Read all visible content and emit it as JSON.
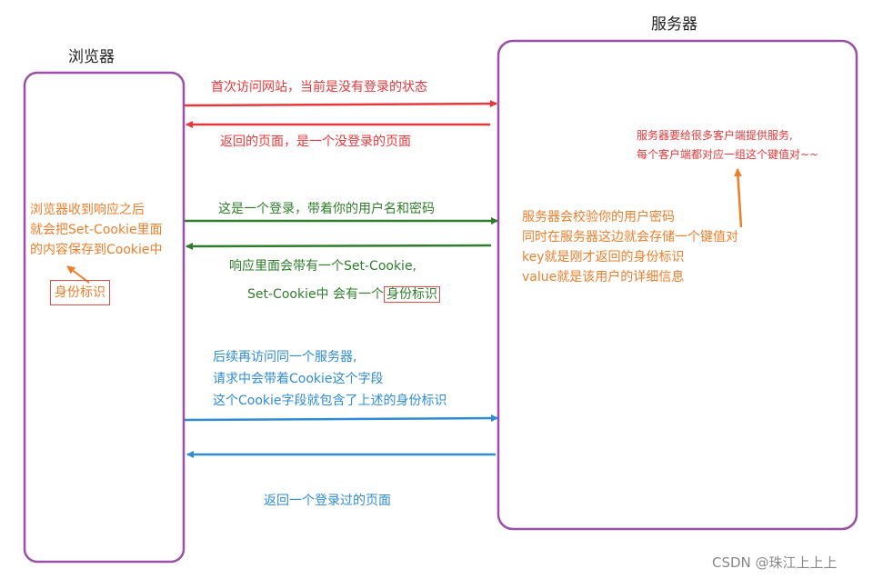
{
  "browser": {
    "title": "浏览器",
    "note_lines": [
      "浏览器收到响应之后",
      "就会把Set-Cookie里面",
      "的内容保存到Cookie中"
    ],
    "token_label": "身份标识"
  },
  "server": {
    "title": "服务器",
    "note_lines": [
      "服务器会校验你的用户密码",
      "同时在服务器这边就会存储一个键值对",
      "key就是刚才返回的身份标识",
      "value就是该用户的详细信息"
    ],
    "annotation_lines": [
      "服务器要给很多客户端提供服务,",
      "每个客户端都对应一组这个键值对~~"
    ]
  },
  "messages": {
    "m1": "首次访问网站，当前是没有登录的状态",
    "m2": "返回的页面，是一个没登录的页面",
    "m3": "这是一个登录，带着你的用户名和密码",
    "m4_line1": "响应里面会带有一个Set-Cookie,",
    "m4_line2_prefix": "Set-Cookie中 会有一个",
    "m4_token": "身份标识",
    "m5_lines": [
      "后续再访问同一个服务器,",
      "请求中会带着Cookie这个字段",
      "这个Cookie字段就包含了上述的身份标识"
    ],
    "m6": "返回一个登录过的页面"
  },
  "watermark": "CSDN @珠江上上上",
  "colors": {
    "box_border": "#9b4fa8",
    "red": "#e8373a",
    "green": "#2e7d2a",
    "blue": "#2f8bd3",
    "orange": "#ee7d2a"
  }
}
